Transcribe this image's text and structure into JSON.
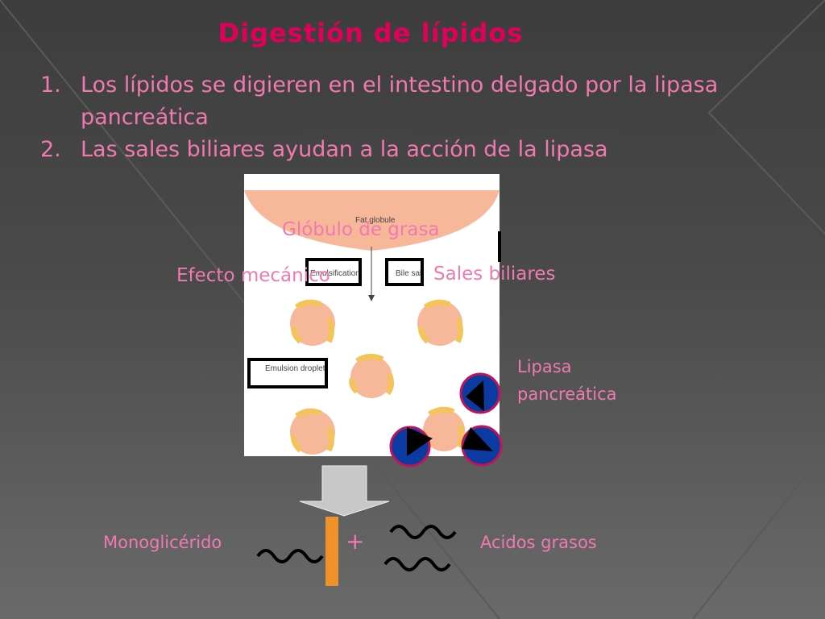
{
  "slide": {
    "title": "Digestión de lípidos",
    "points": [
      {
        "number": "1.",
        "text": "Los lípidos se digieren en el intestino delgado por la lipasa pancreática"
      },
      {
        "number": "2.",
        "text": "Las sales biliares ayudan a la acción de la lipasa"
      }
    ]
  },
  "figure": {
    "fat_globule": "Fat globule",
    "emulsification": "Emulsification",
    "bile_salt": "Bile salt",
    "emulsion_droplet": "Emulsion droplet"
  },
  "labels": {
    "globulo": "Glóbulo de grasa",
    "efecto": "Efecto mecánico",
    "sales": "Sales biliares",
    "lipasa_line1": "Lipasa",
    "lipasa_line2": "pancreática",
    "monogliceride": "Monoglicérido",
    "plus": "+",
    "acidos": "Acidos grasos"
  },
  "colors": {
    "title": "#e0005a",
    "text": "#f07ab0",
    "droplet": "#f7b89a",
    "bile_salt": "#f3c45a",
    "lipase_fill": "#0b3aa0",
    "lipase_ring": "#c0145a",
    "glycerol_bar": "#f0922a"
  }
}
